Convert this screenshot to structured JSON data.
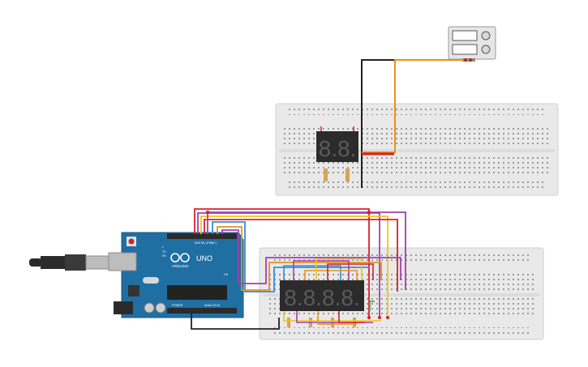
{
  "arduino": {
    "brand": "ARDUINO",
    "model": "UNO",
    "digital_label": "DIGITAL (PWM~)",
    "power_label": "POWER",
    "analog_label": "ANALOG IN",
    "tx_label": "TX",
    "rx_label": "RX",
    "l_label": "L",
    "on_label": "ON"
  },
  "displays": {
    "two_digit_text": "8.8.",
    "four_digit_text": "8.8.8.8."
  },
  "colors": {
    "board": "#1f6fa3",
    "breadboard": "#e8e8e8",
    "display": "#2b2b2b",
    "segment": "#5a5a5a",
    "wire_red": "#d6202c",
    "wire_orange": "#e8901c",
    "wire_yellow": "#f0c419",
    "wire_purple": "#a23fb2",
    "wire_blue": "#2f8fd8",
    "wire_black": "#222222",
    "wire_green": "#3ab54a"
  }
}
